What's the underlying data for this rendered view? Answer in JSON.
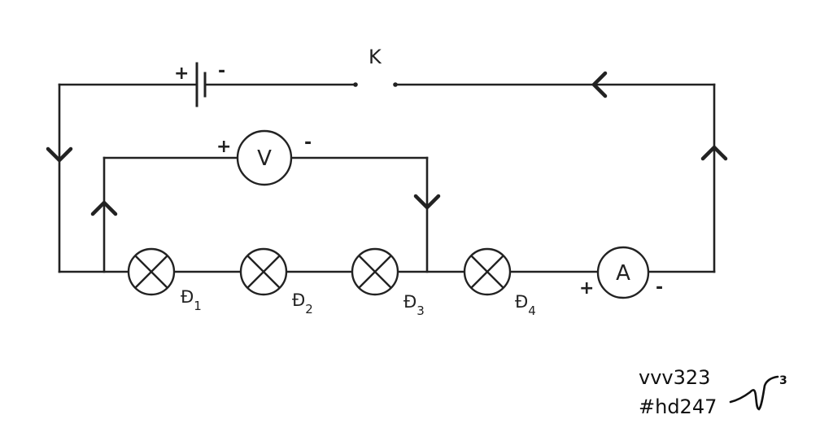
{
  "switch": {
    "label": "K"
  },
  "battery": {
    "plus": "+",
    "minus": "-"
  },
  "voltmeter": {
    "symbol": "V",
    "plus": "+",
    "minus": "-"
  },
  "ammeter": {
    "symbol": "A",
    "plus": "+",
    "minus": "-"
  },
  "lamps": [
    {
      "name": "Đ",
      "index": "1"
    },
    {
      "name": "Đ",
      "index": "2"
    },
    {
      "name": "Đ",
      "index": "3"
    },
    {
      "name": "Đ",
      "index": "4"
    }
  ],
  "signature": {
    "line1": "vvv323",
    "line2": "#hd247"
  },
  "colors": {
    "ink": "#222222",
    "background": "#ffffff"
  }
}
